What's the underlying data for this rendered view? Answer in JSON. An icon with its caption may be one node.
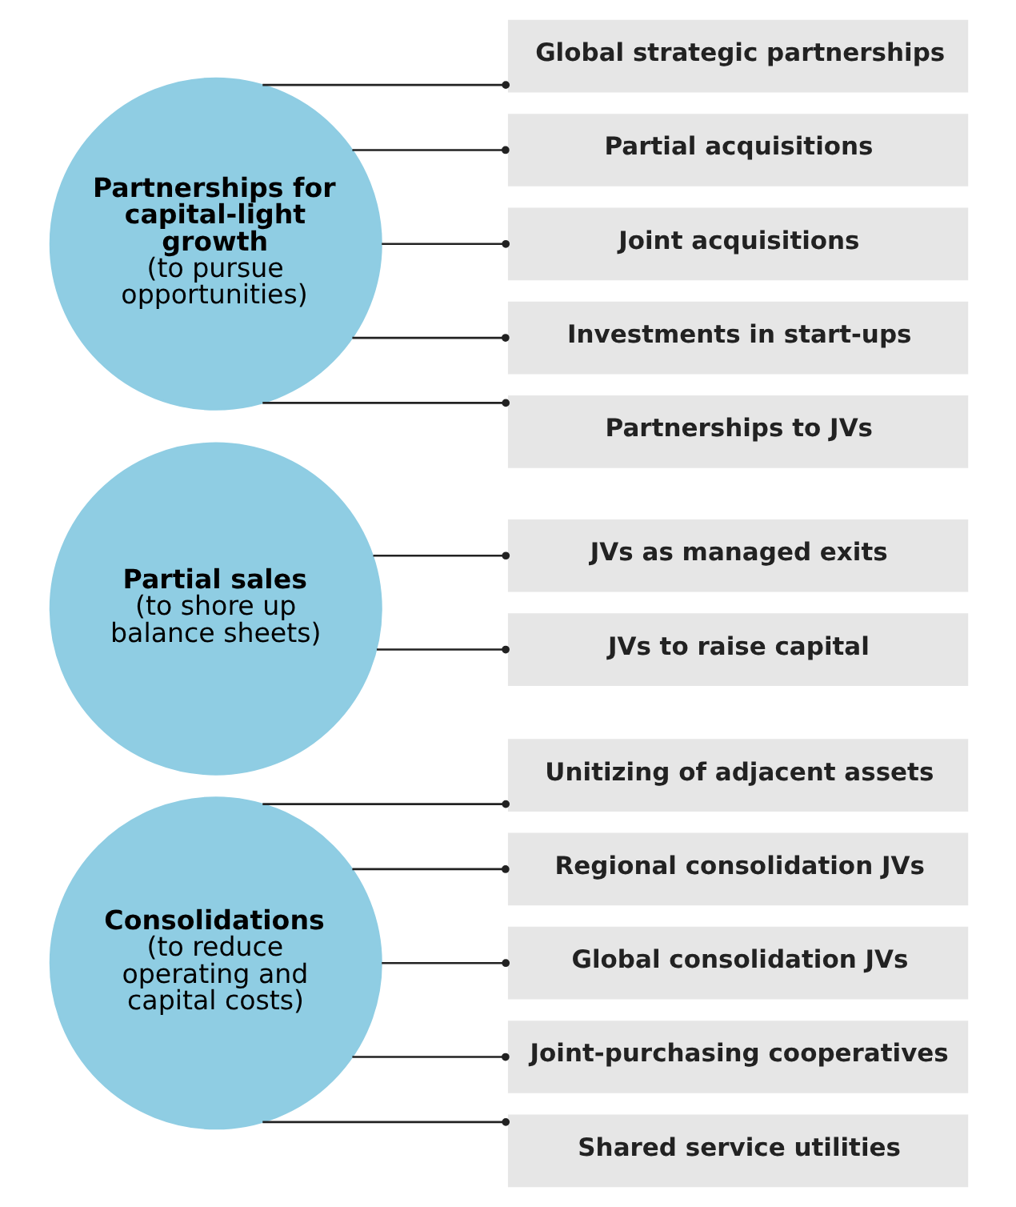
{
  "diagram": {
    "nodes": [
      {
        "text": [
          "Consolidations",
          "(to reduce operating and capital costs)"
        ]
      },
      {
        "text": [
          "Unitizing of adjacent assets"
        ]
      },
      {
        "text": [
          "Regional consolidation JVs"
        ]
      },
      {
        "text": [
          "Global consolidation JVs"
        ]
      },
      {
        "text": [
          "Joint-purchasing cooperatives"
        ]
      },
      {
        "text": [
          "Shared service utilities"
        ]
      },
      {
        "text": [
          "Partial sales",
          "(to shore up balance sheets)"
        ]
      },
      {
        "text": [
          "JVs as managed exits"
        ]
      },
      {
        "text": [
          "JVs to raise capital"
        ]
      },
      {
        "text": [
          "Partnerships for capital-light growth",
          "(to pursue opportunities)"
        ]
      },
      {
        "text": [
          "Global strategic partnerships"
        ]
      },
      {
        "text": [
          "Partial acquisitions"
        ]
      },
      {
        "text": [
          "Joint acquisitions"
        ]
      },
      {
        "text": [
          "Investments in start-ups"
        ]
      },
      {
        "text": [
          "Partnerships to JVs"
        ]
      }
    ],
    "edges": [
      {
        "from": 0,
        "to": 1,
        "arrow": "other"
      },
      {
        "from": 0,
        "to": 2,
        "arrow": "other"
      },
      {
        "from": 0,
        "to": 3,
        "arrow": "other"
      },
      {
        "from": 0,
        "to": 4,
        "arrow": "other"
      },
      {
        "from": 0,
        "to": 5,
        "arrow": "other"
      },
      {
        "from": 6,
        "to": 7,
        "arrow": "other"
      },
      {
        "from": 6,
        "to": 8,
        "arrow": "other"
      },
      {
        "from": 9,
        "to": 10,
        "arrow": "other"
      },
      {
        "from": 9,
        "to": 11,
        "arrow": "other"
      },
      {
        "from": 9,
        "to": 12,
        "arrow": "other"
      },
      {
        "from": 9,
        "to": 13,
        "arrow": "other"
      },
      {
        "from": 9,
        "to": 14,
        "arrow": "other"
      }
    ]
  }
}
